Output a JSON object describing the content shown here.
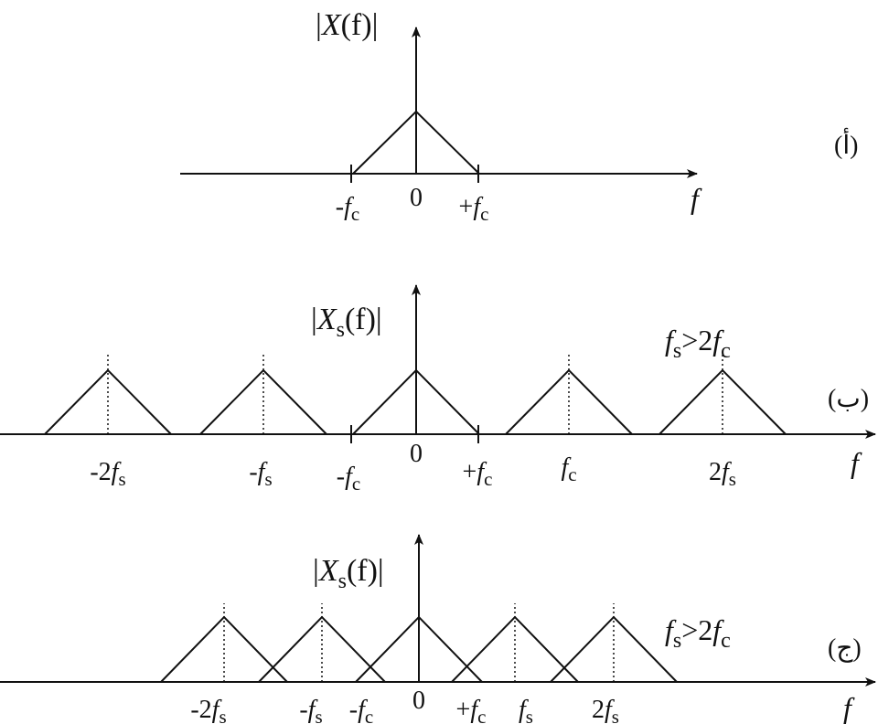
{
  "panels": [
    {
      "id": "a",
      "panel_label": "(أ)",
      "y_label": {
        "main": "X",
        "sub": "",
        "arg": "(f)"
      },
      "x_label": "f",
      "condition": null,
      "tick_labels": [
        {
          "pre": "-",
          "sub": "c"
        },
        {
          "pre": "0",
          "sub": null
        },
        {
          "pre": "+",
          "sub": "c"
        }
      ]
    },
    {
      "id": "b",
      "panel_label": "(ب)",
      "y_label": {
        "main": "X",
        "sub": "s",
        "arg": "(f)"
      },
      "x_label": "f",
      "condition": {
        "left_sub": "s",
        "op": ">2",
        "right_sub": "c"
      },
      "tick_labels": [
        {
          "pre": "-2",
          "sub": "s"
        },
        {
          "pre": "-",
          "sub": "s"
        },
        {
          "pre": "-",
          "sub": "c"
        },
        {
          "pre": "0",
          "sub": null
        },
        {
          "pre": "+",
          "sub": "c"
        },
        {
          "pre": "",
          "sub": "c"
        },
        {
          "pre": "2",
          "sub": "s"
        }
      ]
    },
    {
      "id": "c",
      "panel_label": "(ج)",
      "y_label": {
        "main": "X",
        "sub": "s",
        "arg": "(f)"
      },
      "x_label": "f",
      "condition": {
        "left_sub": "s",
        "op": ">2",
        "right_sub": "c"
      },
      "tick_labels": [
        {
          "pre": "-2",
          "sub": "s"
        },
        {
          "pre": "-",
          "sub": "s"
        },
        {
          "pre": "-",
          "sub": "c"
        },
        {
          "pre": "0",
          "sub": null
        },
        {
          "pre": "+",
          "sub": "c"
        },
        {
          "pre": "",
          "sub": "s"
        },
        {
          "pre": "2",
          "sub": "s"
        }
      ]
    }
  ]
}
